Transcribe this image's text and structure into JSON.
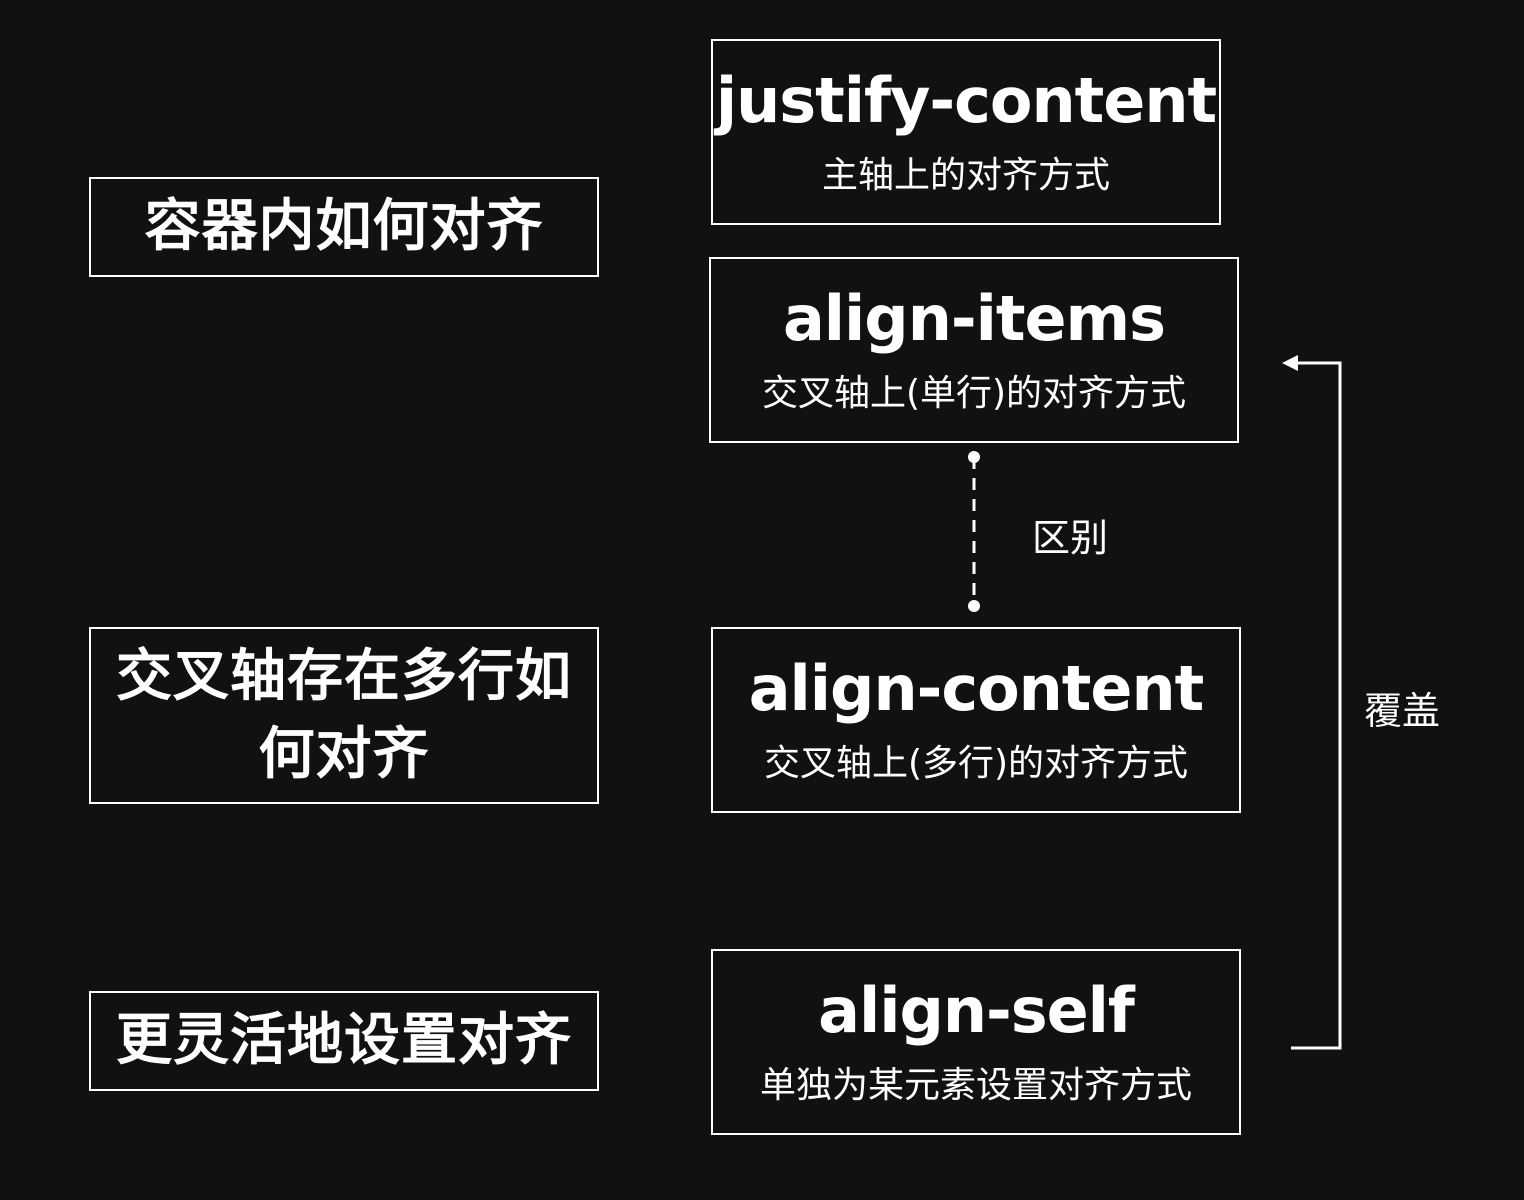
{
  "left_labels": [
    {
      "text": "容器内如何对齐"
    },
    {
      "text": "交叉轴存在多行如何对齐"
    },
    {
      "text": "更灵活地设置对齐"
    }
  ],
  "properties": [
    {
      "name": "justify-content",
      "desc": "主轴上的对齐方式"
    },
    {
      "name": "align-items",
      "desc": "交叉轴上(单行)的对齐方式"
    },
    {
      "name": "align-content",
      "desc": "交叉轴上(多行)的对齐方式"
    },
    {
      "name": "align-self",
      "desc": "单独为某元素设置对齐方式"
    }
  ],
  "relations": {
    "difference_label": "区别",
    "override_label": "覆盖"
  },
  "colors": {
    "background": "#111111",
    "foreground": "#ffffff"
  }
}
